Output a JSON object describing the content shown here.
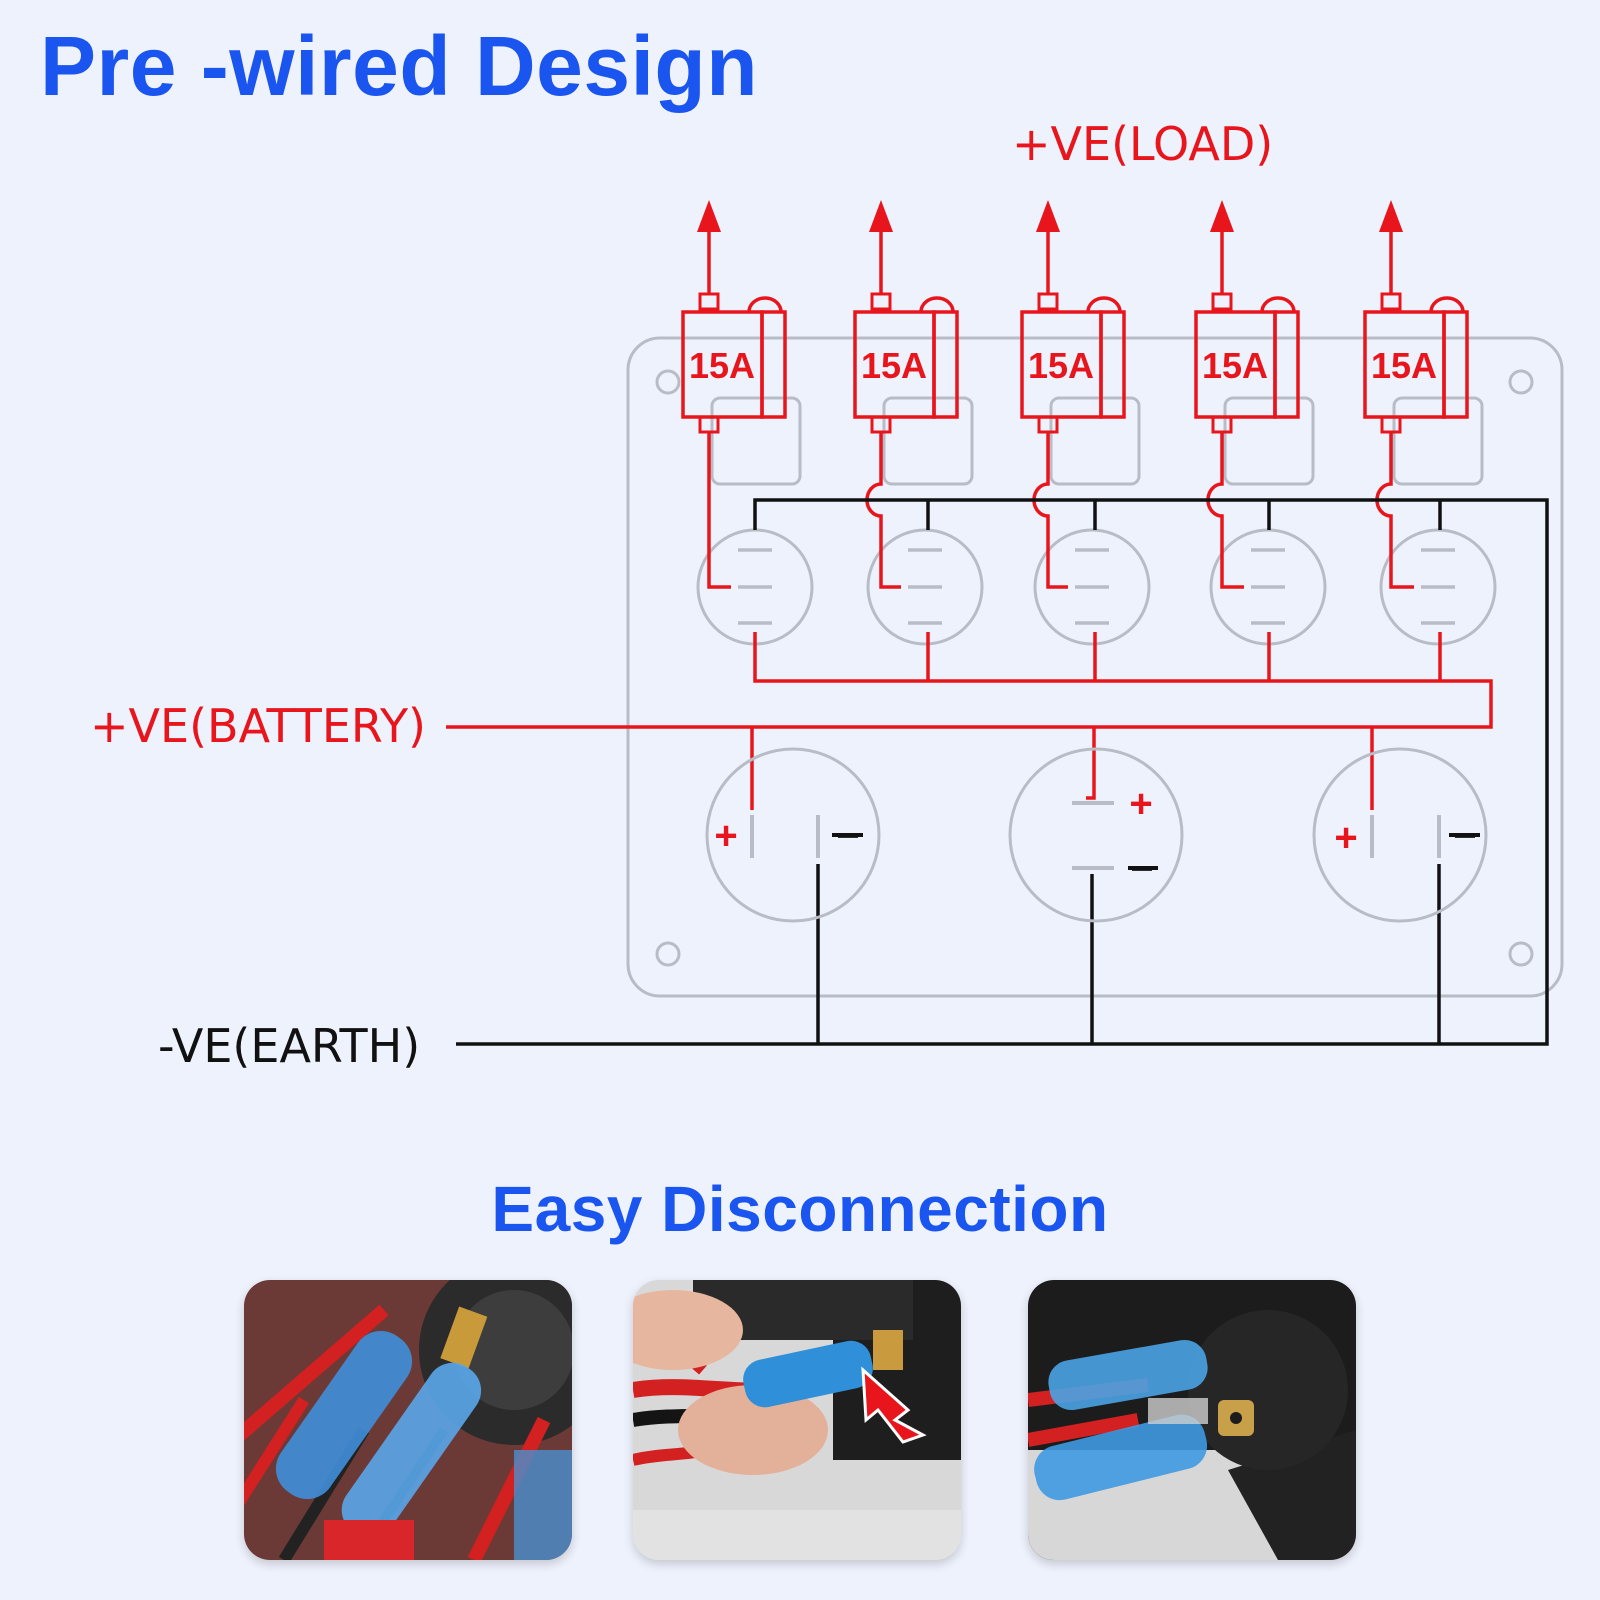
{
  "title": "Pre -wired Design",
  "subtitle": "Easy Disconnection",
  "labels": {
    "load": "+VE(LOAD)",
    "battery": "+VE(BATTERY)",
    "earth": "-VE(EARTH)"
  },
  "fuses": [
    "15A",
    "15A",
    "15A",
    "15A",
    "15A"
  ],
  "outlet_polarity": {
    "plus": "+",
    "minus": "−"
  },
  "colors": {
    "heading": "#1a55f0",
    "positive_wire": "#e8161c",
    "negative_wire": "#111111",
    "panel_outline": "#b7bcc6"
  },
  "photos": [
    {
      "name": "photo-connectors-closeup"
    },
    {
      "name": "photo-hand-disconnecting"
    },
    {
      "name": "photo-terminals-attached"
    }
  ]
}
